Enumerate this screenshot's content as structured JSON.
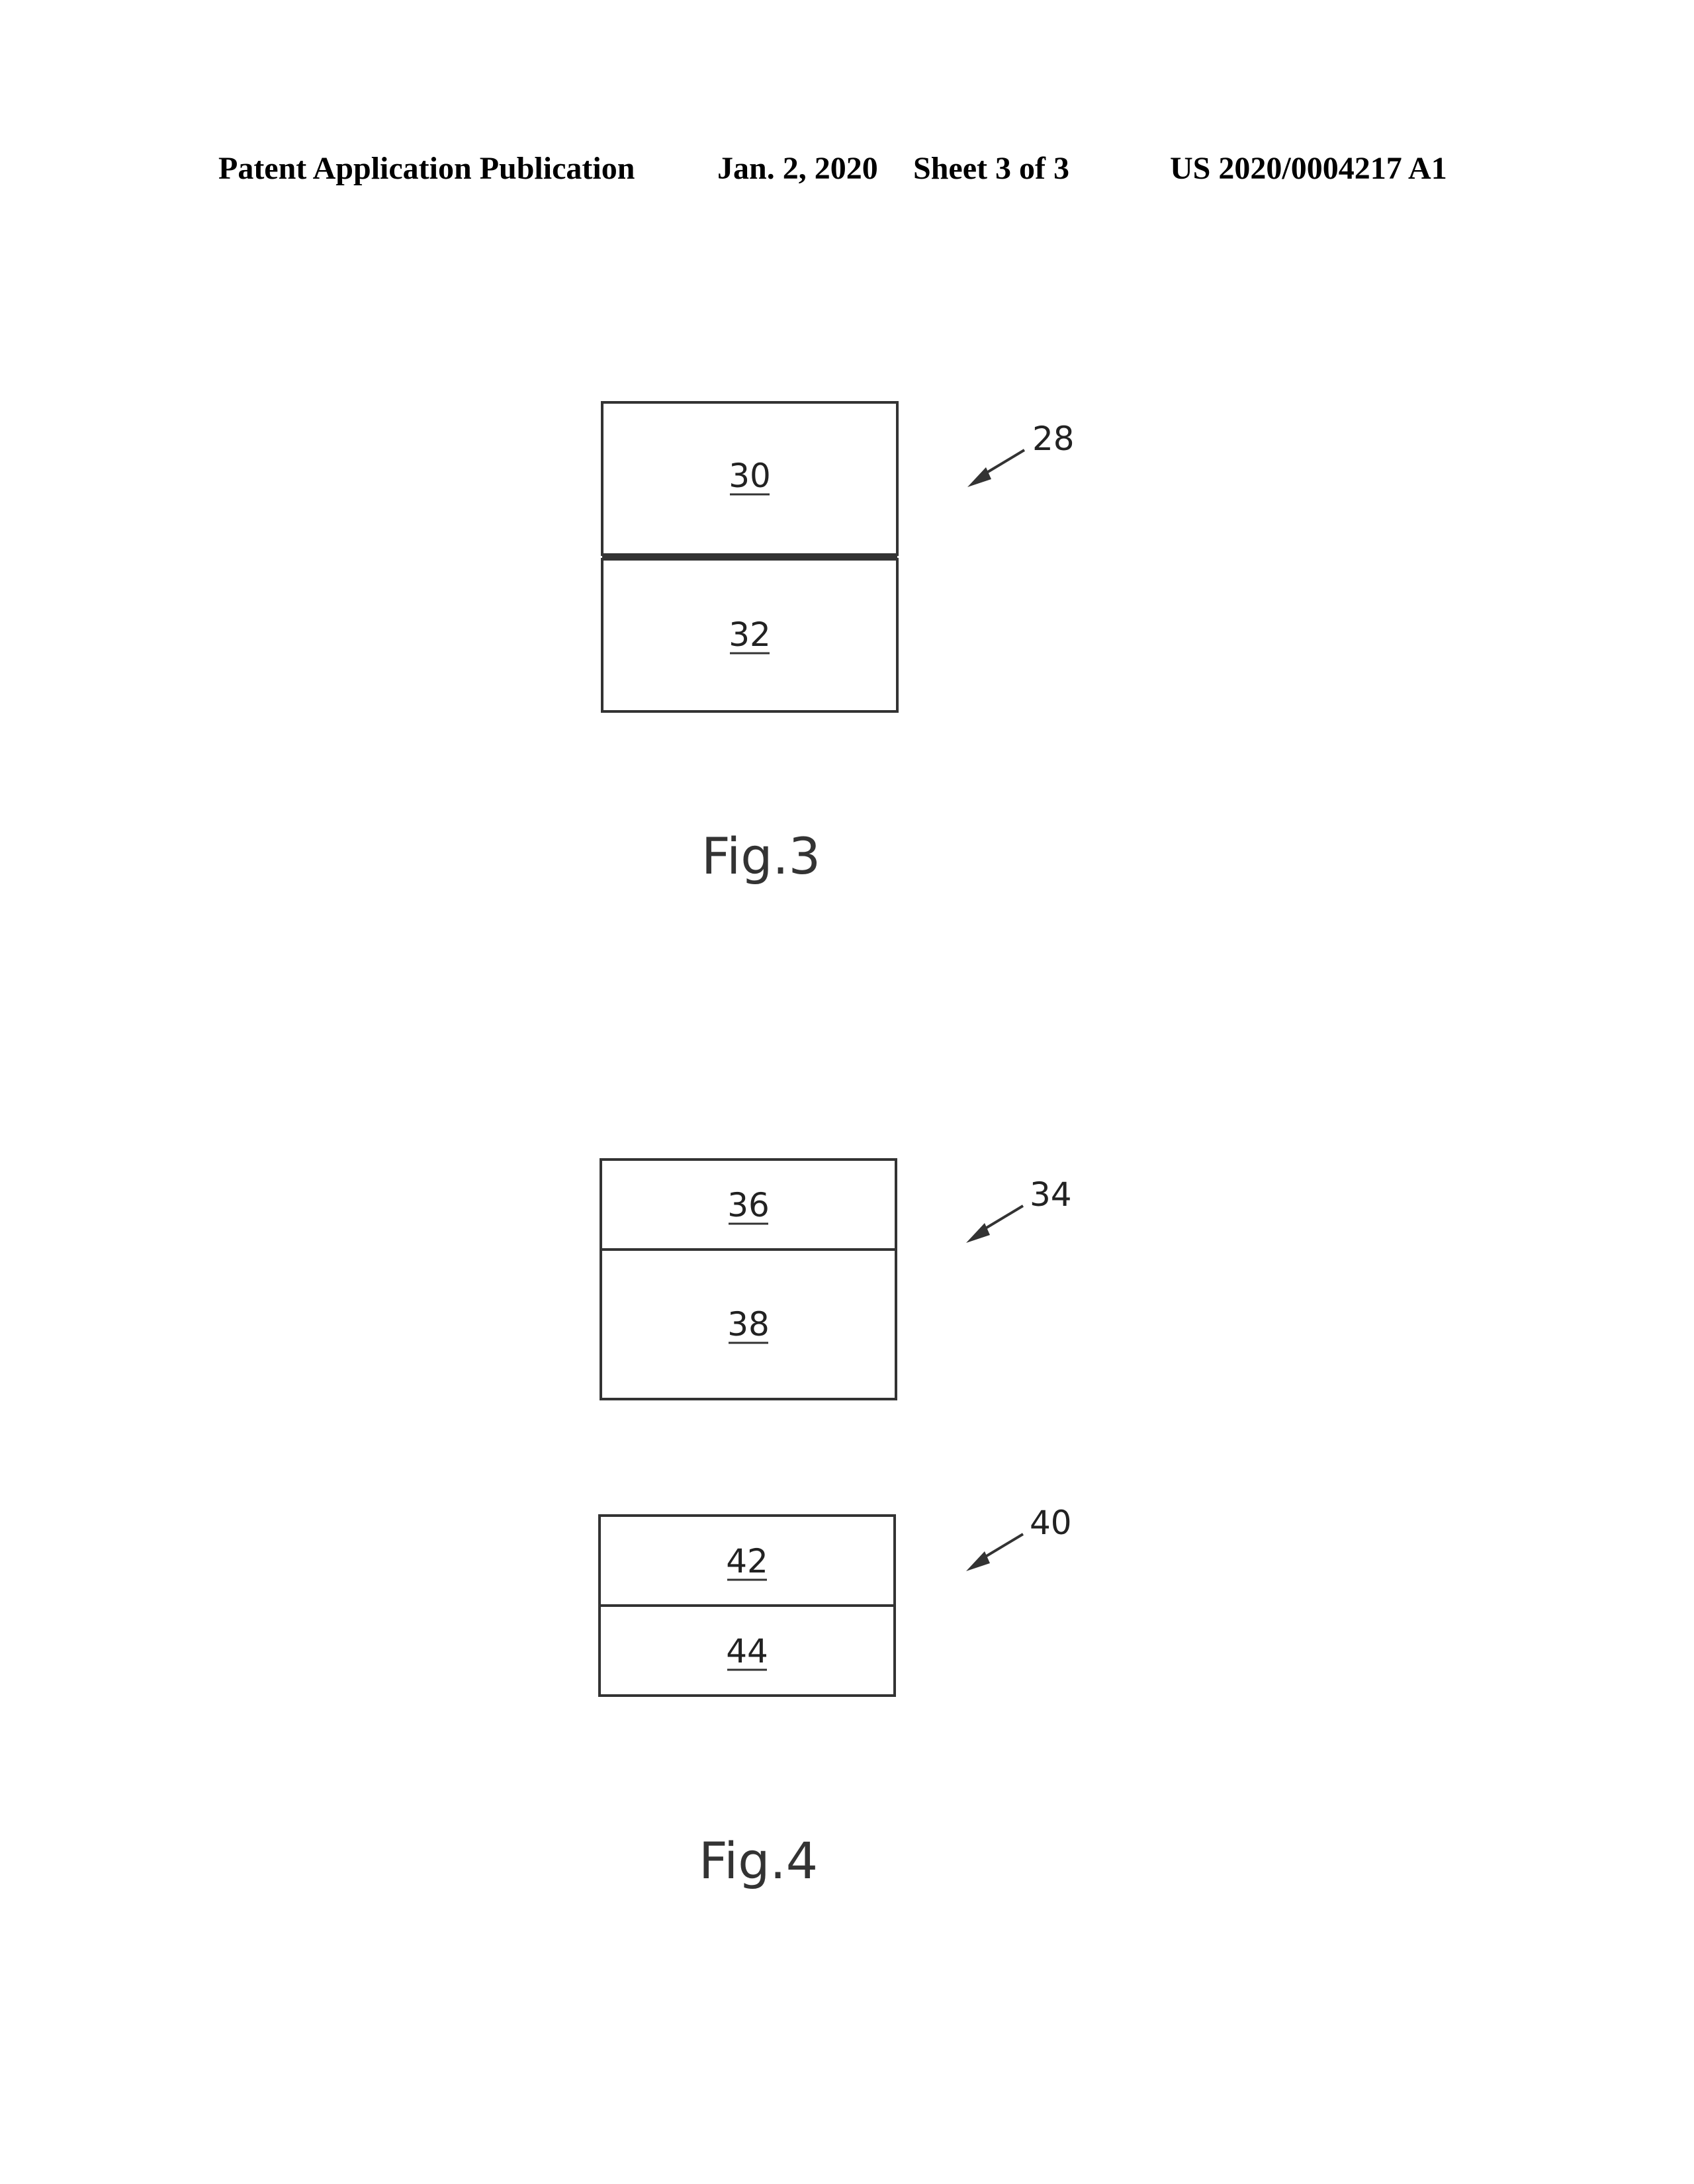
{
  "header": {
    "publication": "Patent Application Publication",
    "date": "Jan. 2, 2020",
    "sheet": "Sheet 3 of 3",
    "number": "US 2020/0004217 A1"
  },
  "fig3": {
    "label": "Fig.3",
    "assembly_ref": "28",
    "layers": [
      "30",
      "32"
    ]
  },
  "fig4": {
    "label": "Fig.4",
    "upper_assembly_ref": "34",
    "upper_layers": [
      "36",
      "38"
    ],
    "lower_assembly_ref": "40",
    "lower_layers": [
      "42",
      "44"
    ]
  }
}
